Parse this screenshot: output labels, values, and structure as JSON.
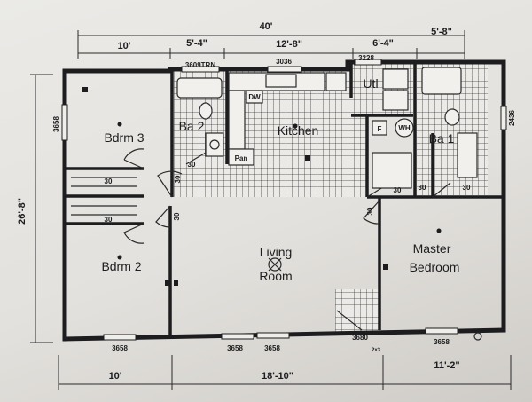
{
  "plan": {
    "overall_width": "40'",
    "overall_depth": "26'-8\"",
    "top_dims": [
      "10'",
      "5'-4\"",
      "12'-8\"",
      "6'-4\"",
      "5'-8\""
    ],
    "bottom_dims": [
      "10'",
      "18'-10\"",
      "11'-2\""
    ],
    "rooms": {
      "bdrm3": "Bdrm 3",
      "ba2": "Ba 2",
      "kitchen": "Kitchen",
      "util": "Utl",
      "ba1": "Ba 1",
      "bdrm2": "Bdrm 2",
      "living_line1": "Living",
      "living_line2": "Room",
      "master_line1": "Master",
      "master_line2": "Bedroom",
      "pantry": "Pan"
    },
    "window_labels": {
      "top_ba2": "3609TRN",
      "top_kitchen": "3036",
      "top_util": "3228",
      "left_bdrm3": "3658",
      "right_ba1": "2436",
      "bottom_bdrm2": "3658",
      "bottom_living_a": "3658",
      "bottom_living_b": "3658",
      "bottom_entry": "3680",
      "bottom_master": "3658"
    },
    "door_labels": {
      "closet_a": "30",
      "closet_b": "30",
      "ba2_door": "30",
      "hall_door": "30",
      "bdrm2_door": "30",
      "master_door": "30",
      "util_door": "30",
      "ba1_door_a": "30",
      "ba1_door_b": "30"
    },
    "misc": {
      "furnace": "F",
      "water_heater": "WH",
      "dw": "DW",
      "small_note": "2x3"
    }
  }
}
